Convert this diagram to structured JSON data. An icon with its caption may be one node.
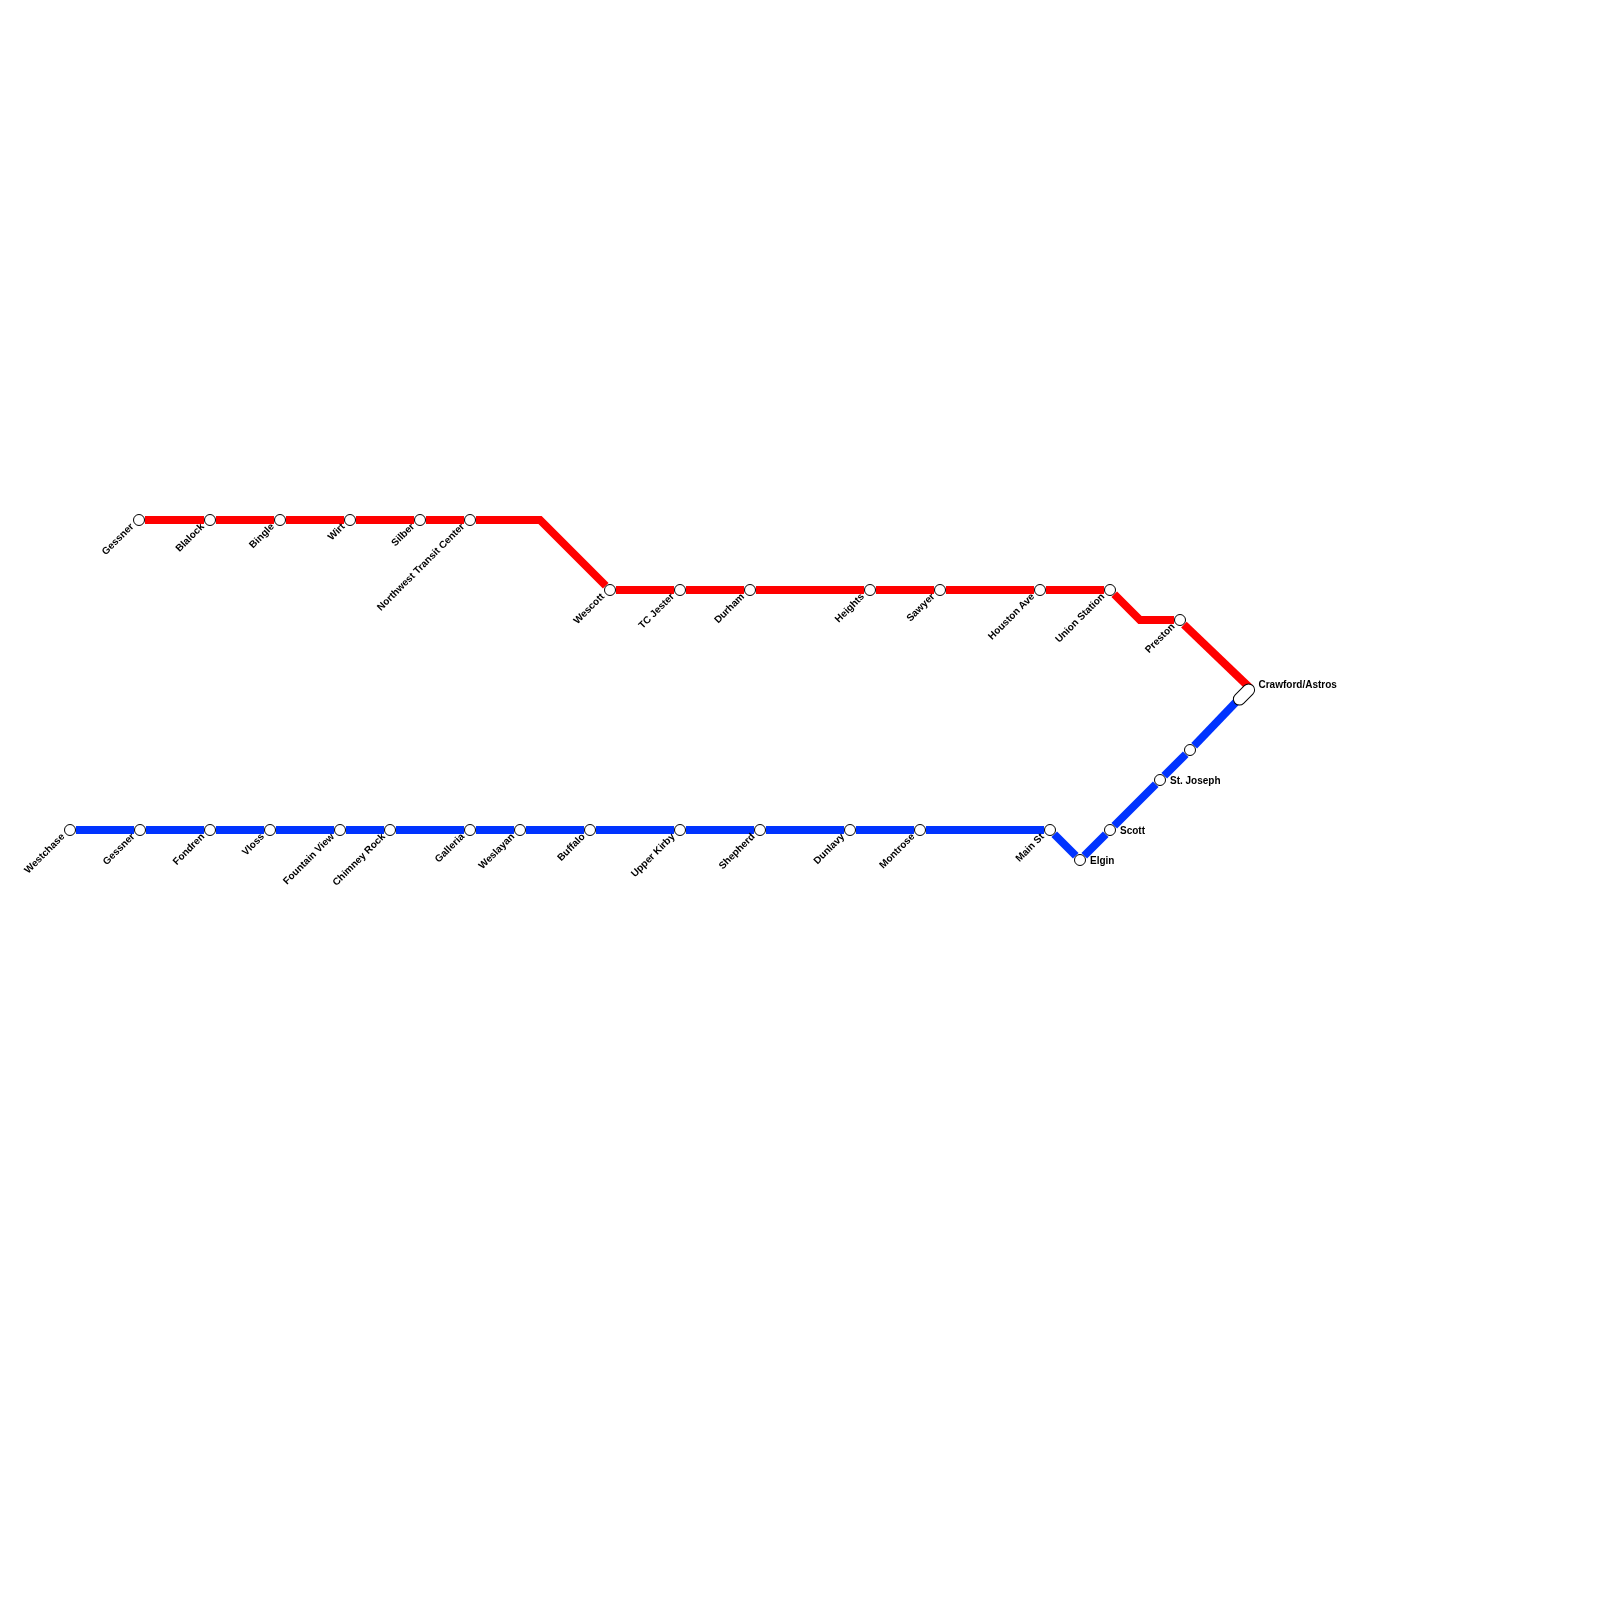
{
  "diagram": {
    "nodes": [
      {
        "text": [
          "Gessner"
        ]
      },
      {
        "text": [
          "Blalock"
        ]
      },
      {
        "text": [
          "Bingle"
        ]
      },
      {
        "text": [
          "Wirt"
        ]
      },
      {
        "text": [
          "Silber"
        ]
      },
      {
        "text": [
          "Northwest Transit Center"
        ]
      },
      {
        "text": [
          "Wescott"
        ]
      },
      {
        "text": [
          "TC Jester"
        ]
      },
      {
        "text": [
          "Durham"
        ]
      },
      {
        "text": [
          "Heights"
        ]
      },
      {
        "text": [
          "Sawyer"
        ]
      },
      {
        "text": [
          "Houston Ave"
        ]
      },
      {
        "text": [
          "Union Station"
        ]
      },
      {
        "text": [
          "Preston"
        ]
      },
      {
        "text": [
          "Crawford/Astros"
        ]
      },
      {
        "text": [
          "Westchase"
        ]
      },
      {
        "text": [
          "Gessner"
        ]
      },
      {
        "text": [
          "Fondren"
        ]
      },
      {
        "text": [
          "Vloss"
        ]
      },
      {
        "text": [
          "Fountain View"
        ]
      },
      {
        "text": [
          "Chimney Rock"
        ]
      },
      {
        "text": [
          "Galleria"
        ]
      },
      {
        "text": [
          "Weslayan"
        ]
      },
      {
        "text": [
          "Buffalo"
        ]
      },
      {
        "text": [
          "Upper Kirby"
        ]
      },
      {
        "text": [
          "Shepherd"
        ]
      },
      {
        "text": [
          "Dunlavy"
        ]
      },
      {
        "text": [
          "Montrose"
        ]
      },
      {
        "text": [
          "Main St"
        ]
      },
      {
        "text": [
          "Elgin"
        ]
      },
      {
        "text": [
          "Scott"
        ]
      },
      {
        "text": [
          "St. Joseph"
        ]
      },
      {
        "text": [],
        "shape": "circle"
      }
    ],
    "edges": [
      {
        "from": 0,
        "to": 1,
        "arrow": "none",
        "color": "#ff0000"
      },
      {
        "from": 1,
        "to": 2,
        "arrow": "none",
        "color": "#ff0000"
      },
      {
        "from": 2,
        "to": 3,
        "arrow": "none",
        "color": "#ff0000"
      },
      {
        "from": 3,
        "to": 4,
        "arrow": "none",
        "color": "#ff0000"
      },
      {
        "from": 4,
        "to": 5,
        "arrow": "none",
        "color": "#ff0000"
      },
      {
        "from": 5,
        "to": 6,
        "arrow": "none",
        "color": "#ff0000"
      },
      {
        "from": 6,
        "to": 7,
        "arrow": "none",
        "color": "#ff0000"
      },
      {
        "from": 7,
        "to": 8,
        "arrow": "none",
        "color": "#ff0000"
      },
      {
        "from": 8,
        "to": 9,
        "arrow": "none",
        "color": "#ff0000"
      },
      {
        "from": 9,
        "to": 10,
        "arrow": "none",
        "color": "#ff0000"
      },
      {
        "from": 10,
        "to": 11,
        "arrow": "none",
        "color": "#ff0000"
      },
      {
        "from": 11,
        "to": 12,
        "arrow": "none",
        "color": "#ff0000"
      },
      {
        "from": 12,
        "to": 13,
        "arrow": "none",
        "color": "#ff0000"
      },
      {
        "from": 13,
        "to": 14,
        "arrow": "none",
        "color": "#ff0000"
      },
      {
        "from": 15,
        "to": 16,
        "arrow": "none"
      },
      {
        "from": 16,
        "to": 17,
        "arrow": "none"
      },
      {
        "from": 17,
        "to": 18,
        "arrow": "none"
      },
      {
        "from": 18,
        "to": 19,
        "arrow": "none"
      },
      {
        "from": 19,
        "to": 20,
        "arrow": "none"
      },
      {
        "from": 20,
        "to": 21,
        "arrow": "none"
      },
      {
        "from": 21,
        "to": 22,
        "arrow": "none"
      },
      {
        "from": 22,
        "to": 23,
        "arrow": "none"
      },
      {
        "from": 23,
        "to": 24,
        "arrow": "none"
      },
      {
        "from": 24,
        "to": 25,
        "arrow": "none"
      },
      {
        "from": 25,
        "to": 26,
        "arrow": "none"
      },
      {
        "from": 26,
        "to": 27,
        "arrow": "none"
      },
      {
        "from": 27,
        "to": 28,
        "arrow": "none"
      },
      {
        "from": 28,
        "to": 29,
        "arrow": "none"
      },
      {
        "from": 29,
        "to": 30,
        "arrow": "none"
      },
      {
        "from": 30,
        "to": 31,
        "arrow": "none"
      },
      {
        "from": 31,
        "to": 32,
        "arrow": "none"
      },
      {
        "from": 32,
        "to": 14,
        "arrow": "none"
      }
    ]
  }
}
